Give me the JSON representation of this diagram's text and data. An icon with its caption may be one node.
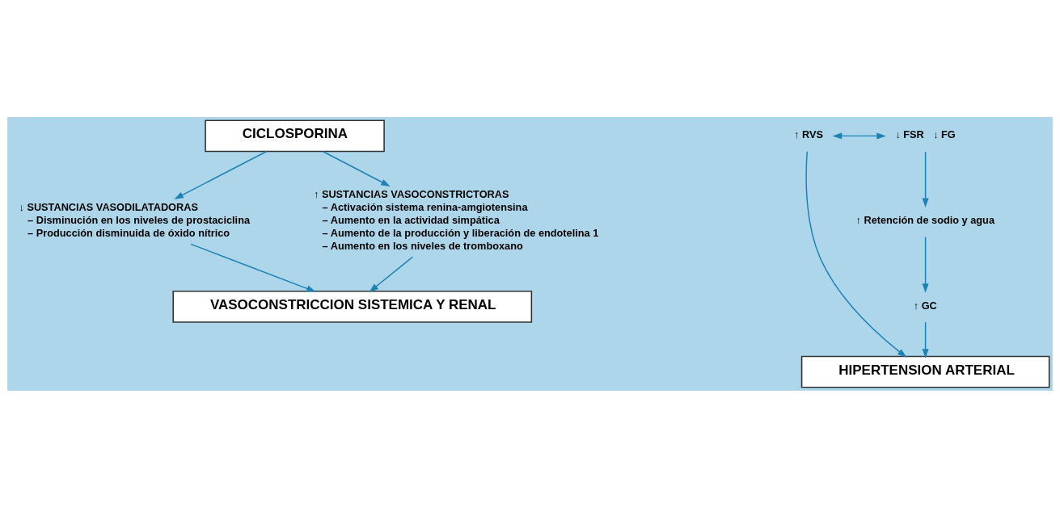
{
  "diagram": {
    "nodes": [
      {
        "text": [
          "CICLOSPORINA"
        ]
      },
      {
        "text": [
          "↓ SUSTANCIAS VASODILATADORAS",
          "– Disminución en los niveles de prostaciclina",
          "– Producción disminuida de óxido nítrico"
        ]
      },
      {
        "text": [
          "↑ SUSTANCIAS VASOCONSTRICTORAS",
          "– Activación sistema renina-amgiotensina",
          "– Aumento en la actividad simpática",
          "– Aumento de la producción y liberación de endotelina 1",
          "– Aumento en los niveles de tromboxano"
        ]
      },
      {
        "text": [
          "VASOCONSTRICCION SISTEMICA Y RENAL"
        ]
      },
      {
        "text": [
          "↑ RVS"
        ]
      },
      {
        "text": [
          "↓ FSR",
          "↓ FG"
        ]
      },
      {
        "text": [
          "↑ Retención de sodio y agua"
        ]
      },
      {
        "text": [
          "↑ GC"
        ]
      },
      {
        "text": [
          "HIPERTENSION ARTERIAL"
        ]
      }
    ],
    "edges": [
      {
        "from": 0,
        "to": 1,
        "arrow": "to"
      },
      {
        "from": 0,
        "to": 2,
        "arrow": "to"
      },
      {
        "from": 1,
        "to": 3,
        "arrow": "to"
      },
      {
        "from": 2,
        "to": 3,
        "arrow": "to"
      },
      {
        "from": 4,
        "to": 5,
        "arrow": "both"
      },
      {
        "from": 5,
        "to": 6,
        "arrow": "to"
      },
      {
        "from": 6,
        "to": 7,
        "arrow": "to"
      },
      {
        "from": 4,
        "to": 8,
        "arrow": "to"
      },
      {
        "from": 7,
        "to": 8,
        "arrow": "to"
      }
    ]
  }
}
